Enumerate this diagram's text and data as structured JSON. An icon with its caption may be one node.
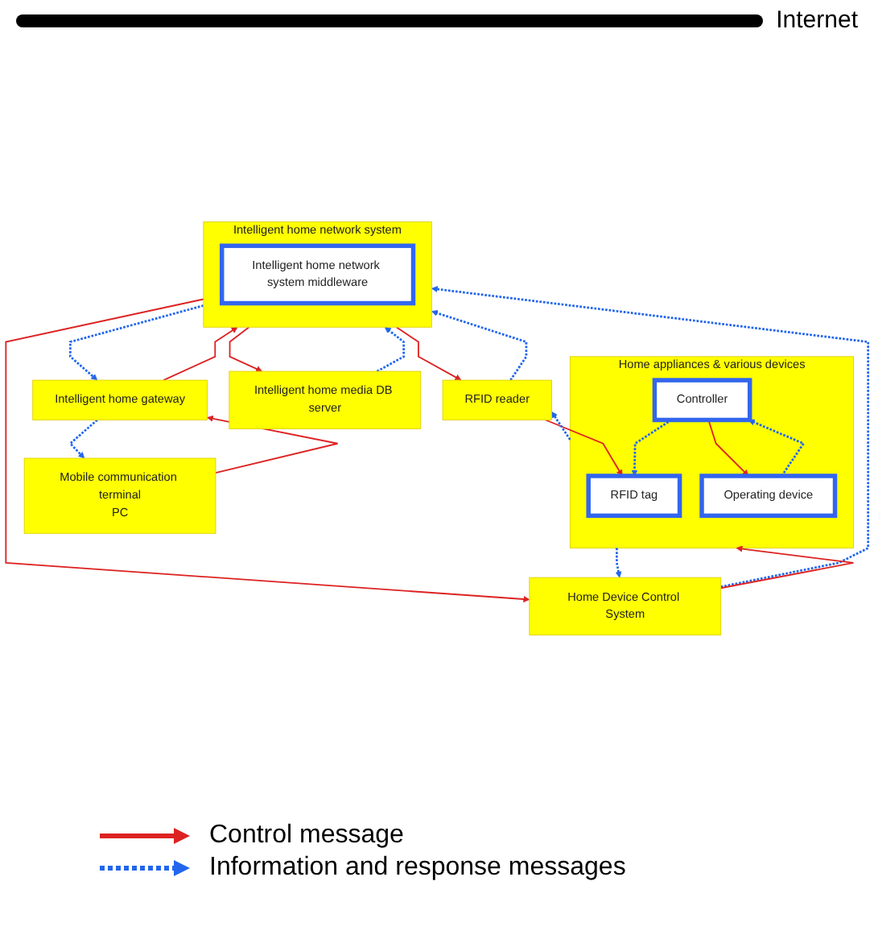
{
  "diagram": {
    "nodes": [
      {
        "text": [
          "Mobile communication terminal",
          "PC"
        ]
      },
      {
        "text": [
          "Intelligent home gateway"
        ]
      },
      {
        "text": [
          "Intelligent home network system"
        ]
      },
      {
        "text": [
          "Intelligent home network system middleware"
        ],
        "in": 2
      },
      {
        "text": [
          "Intelligent home media DB server"
        ]
      },
      {
        "text": [
          "Home Device Control System"
        ]
      },
      {
        "text": [
          "RFID reader"
        ]
      },
      {
        "text": [
          "Home appliances & various devices"
        ]
      },
      {
        "text": [
          "RFID tag"
        ],
        "in": 7
      },
      {
        "text": [
          "Controller"
        ],
        "in": 7
      },
      {
        "text": [
          "Operating device"
        ],
        "in": 7
      }
    ],
    "edges": [
      {
        "from": 0,
        "to": 1,
        "arrow": "to",
        "color": "#dd2222"
      },
      {
        "from": 1,
        "to": 0,
        "arrow": "to",
        "style": "dashed",
        "color": "#2266ee"
      },
      {
        "from": 1,
        "to": 2,
        "arrow": "to",
        "color": "#dd2222"
      },
      {
        "from": 2,
        "to": 1,
        "arrow": "to",
        "style": "dashed",
        "color": "#2266ee"
      },
      {
        "from": 2,
        "to": 6,
        "arrow": "to",
        "color": "#dd2222"
      },
      {
        "from": 6,
        "to": 2,
        "arrow": "to",
        "style": "dashed",
        "color": "#2266ee"
      },
      {
        "from": 6,
        "to": 8,
        "arrow": "to",
        "color": "#dd2222"
      },
      {
        "from": 7,
        "to": 6,
        "arrow": "to",
        "style": "dashed",
        "color": "#2266ee"
      },
      {
        "from": 2,
        "to": 4,
        "arrow": "to",
        "color": "#dd2222"
      },
      {
        "from": 4,
        "to": 2,
        "arrow": "to",
        "style": "dashed",
        "color": "#2266ee"
      },
      {
        "from": 2,
        "to": 5,
        "arrow": "to",
        "color": "#dd2222"
      },
      {
        "from": 5,
        "to": 2,
        "arrow": "to",
        "style": "dashed",
        "color": "#2266ee"
      },
      {
        "from": 5,
        "to": 7,
        "arrow": "to",
        "color": "#dd2222"
      },
      {
        "from": 7,
        "to": 5,
        "arrow": "to",
        "style": "dashed",
        "color": "#2266ee"
      },
      {
        "from": 9,
        "to": 8,
        "arrow": "to",
        "style": "dashed",
        "color": "#2266ee"
      },
      {
        "from": 9,
        "to": 10,
        "arrow": "to",
        "color": "#dd2222"
      },
      {
        "from": 10,
        "to": 9,
        "arrow": "to",
        "style": "dashed",
        "color": "#2266ee"
      }
    ],
    "labels": [
      "Internet"
    ],
    "legend": [
      {
        "text": "Control message"
      },
      {
        "text": "Information and response messages"
      }
    ]
  }
}
